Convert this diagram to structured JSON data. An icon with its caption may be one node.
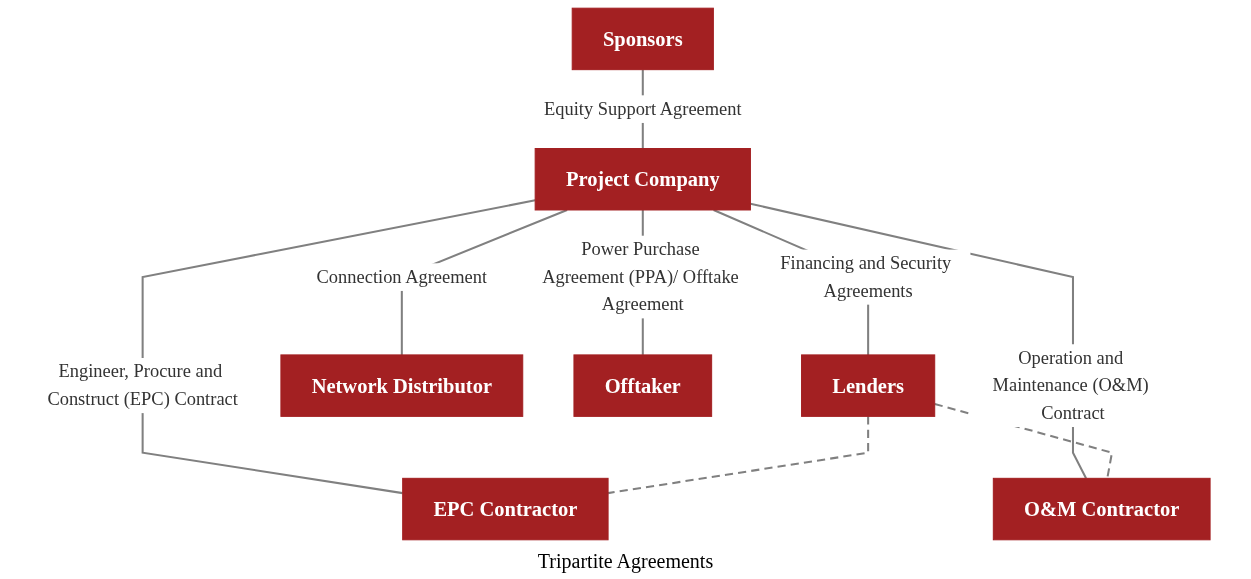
{
  "diagram": {
    "nodes": [
      {
        "text": [
          "Sponsors"
        ]
      },
      {
        "text": [
          "Project Company"
        ]
      },
      {
        "text": [
          "Lenders"
        ]
      },
      {
        "text": [
          "EPC Contractor"
        ]
      },
      {
        "text": [
          "O&M Contractor"
        ]
      },
      {
        "text": [
          "Network Distributor"
        ]
      },
      {
        "text": [
          "Offtaker"
        ]
      }
    ],
    "edges": [
      {
        "from": 0,
        "to": 1,
        "arrow": "none",
        "label": "Equity Support Agreement"
      },
      {
        "from": 1,
        "to": 2,
        "arrow": "none",
        "label": "Financing and Security Agreements"
      },
      {
        "from": 1,
        "to": 3,
        "arrow": "none",
        "label": "Engineer, Procure and Construct (EPC) Contract"
      },
      {
        "from": 1,
        "to": 4,
        "arrow": "none",
        "label": "Operation and Maintenance (O&M) Contract"
      },
      {
        "from": 1,
        "to": 5,
        "arrow": "none",
        "label": "Connection Agreement"
      },
      {
        "from": 1,
        "to": 6,
        "arrow": "none",
        "label": "Power Purchase Agreement (PPA)/ Offtake Agreement"
      },
      {
        "from": 2,
        "to": 3,
        "arrow": "none",
        "style": "dashed"
      },
      {
        "from": 2,
        "to": 4,
        "arrow": "none",
        "style": "dashed"
      }
    ],
    "labels": [
      "Tripartite Agreements"
    ]
  }
}
